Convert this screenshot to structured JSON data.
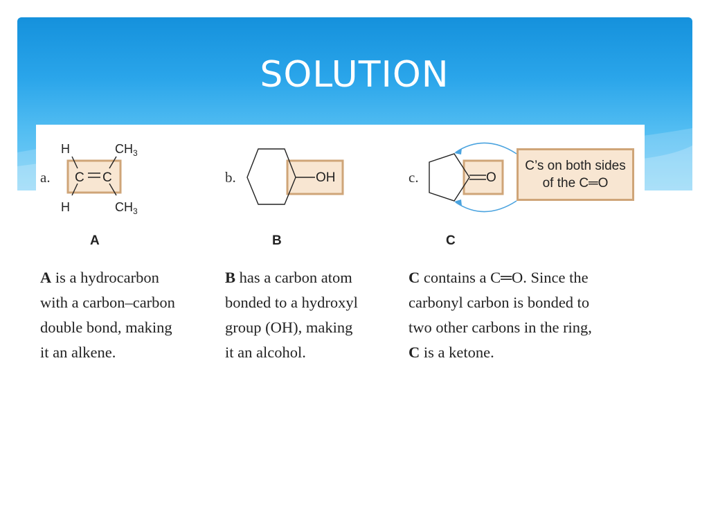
{
  "slide": {
    "title": "SOLUTION"
  },
  "figure": {
    "panel_a": {
      "letter": "a.",
      "atoms": {
        "h_top": "H",
        "h_bottom": "H",
        "ch3_top_main": "CH",
        "ch3_top_sub": "3",
        "ch3_bottom_main": "CH",
        "ch3_bottom_sub": "3",
        "c_left": "C",
        "c_right": "C"
      },
      "label": "A",
      "text": {
        "bold": "A",
        "line1_rest": " is a hydrocarbon",
        "line2": "with a carbon–carbon",
        "line3": "double bond, making",
        "line4": "it an alkene."
      }
    },
    "panel_b": {
      "letter": "b.",
      "group": "OH",
      "label": "B",
      "text": {
        "bold": "B",
        "line1_rest": " has a carbon atom",
        "line2": "bonded to a hydroxyl",
        "line3": "group (OH), making",
        "line4": "it an alcohol."
      }
    },
    "panel_c": {
      "letter": "c.",
      "group": "O",
      "label": "C",
      "callout_line1": "C’s on both sides",
      "callout_line2": "of the C═O",
      "text": {
        "bold_first": "C",
        "line1_rest": " contains a C═O. Since the",
        "line2": "carbonyl carbon is bonded to",
        "line3": "two other carbons in the ring,",
        "bold_last": "C",
        "line4_rest": " is a ketone."
      }
    },
    "colors": {
      "highlight_fill": "#f8e6d2",
      "highlight_border": "#cfa578",
      "arrow": "#4aa3df"
    }
  }
}
